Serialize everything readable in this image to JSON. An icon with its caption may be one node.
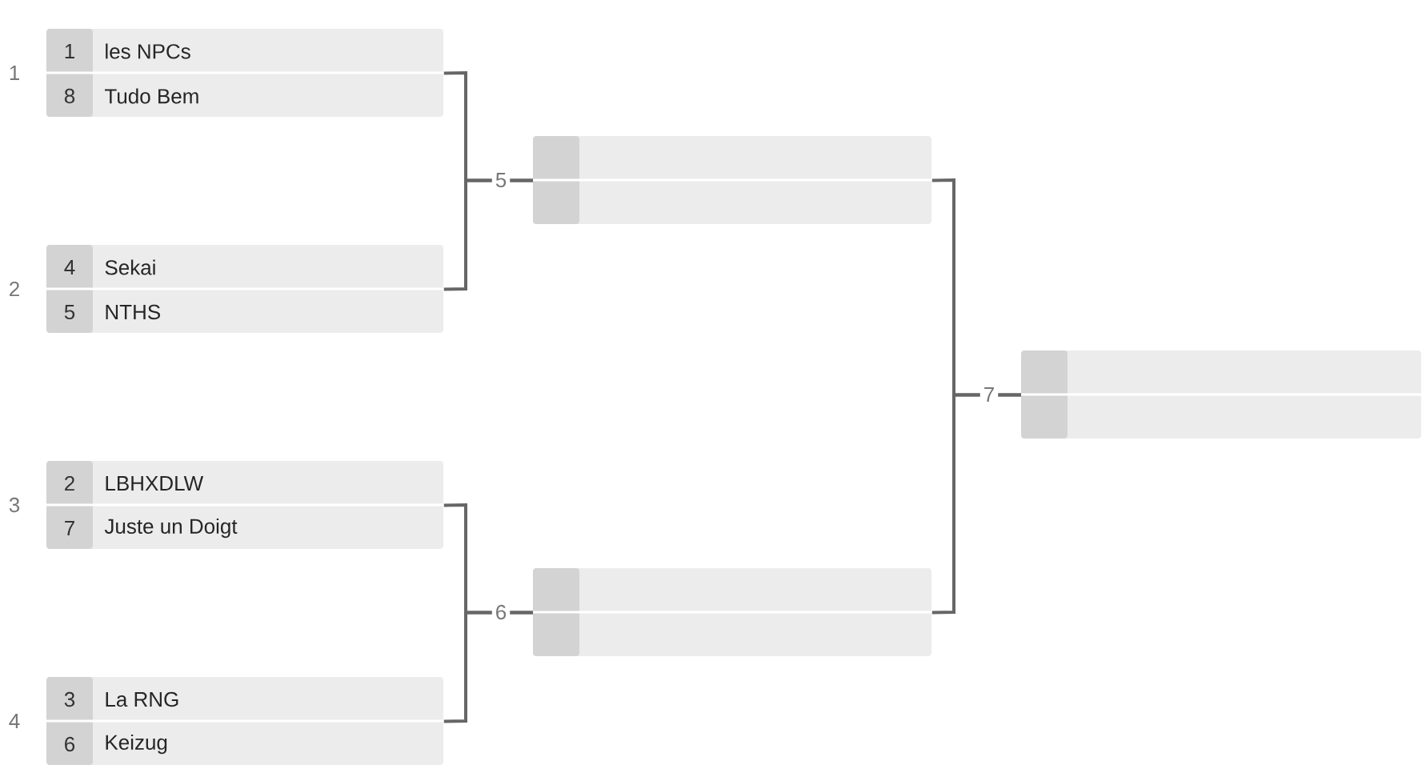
{
  "diagram": {
    "nodes": [
      {
        "text": [
          "1",
          "les NPCs",
          "8",
          "Tudo Bem"
        ],
        "beside": [
          "1"
        ]
      },
      {
        "text": [
          "4",
          "Sekai",
          "5",
          "NTHS"
        ],
        "beside": [
          "2"
        ]
      },
      {
        "text": [
          "2",
          "LBHXDLW",
          "7",
          "Juste un Doigt"
        ],
        "beside": [
          "3"
        ]
      },
      {
        "text": [
          "3",
          "La RNG",
          "6",
          "Keizug"
        ],
        "beside": [
          "4"
        ]
      },
      {
        "text": [],
        "shape": "box"
      },
      {
        "text": [],
        "shape": "box"
      },
      {
        "text": [],
        "shape": "box"
      }
    ],
    "edges": [
      {
        "from": 0,
        "to": 4,
        "arrow": "none",
        "label": "5"
      },
      {
        "from": 1,
        "to": 4,
        "arrow": "none"
      },
      {
        "from": 2,
        "to": 5,
        "arrow": "none",
        "label": "6"
      },
      {
        "from": 3,
        "to": 5,
        "arrow": "none"
      },
      {
        "from": 4,
        "to": 6,
        "arrow": "none",
        "label": "7"
      },
      {
        "from": 5,
        "to": 6,
        "arrow": "none"
      }
    ]
  }
}
